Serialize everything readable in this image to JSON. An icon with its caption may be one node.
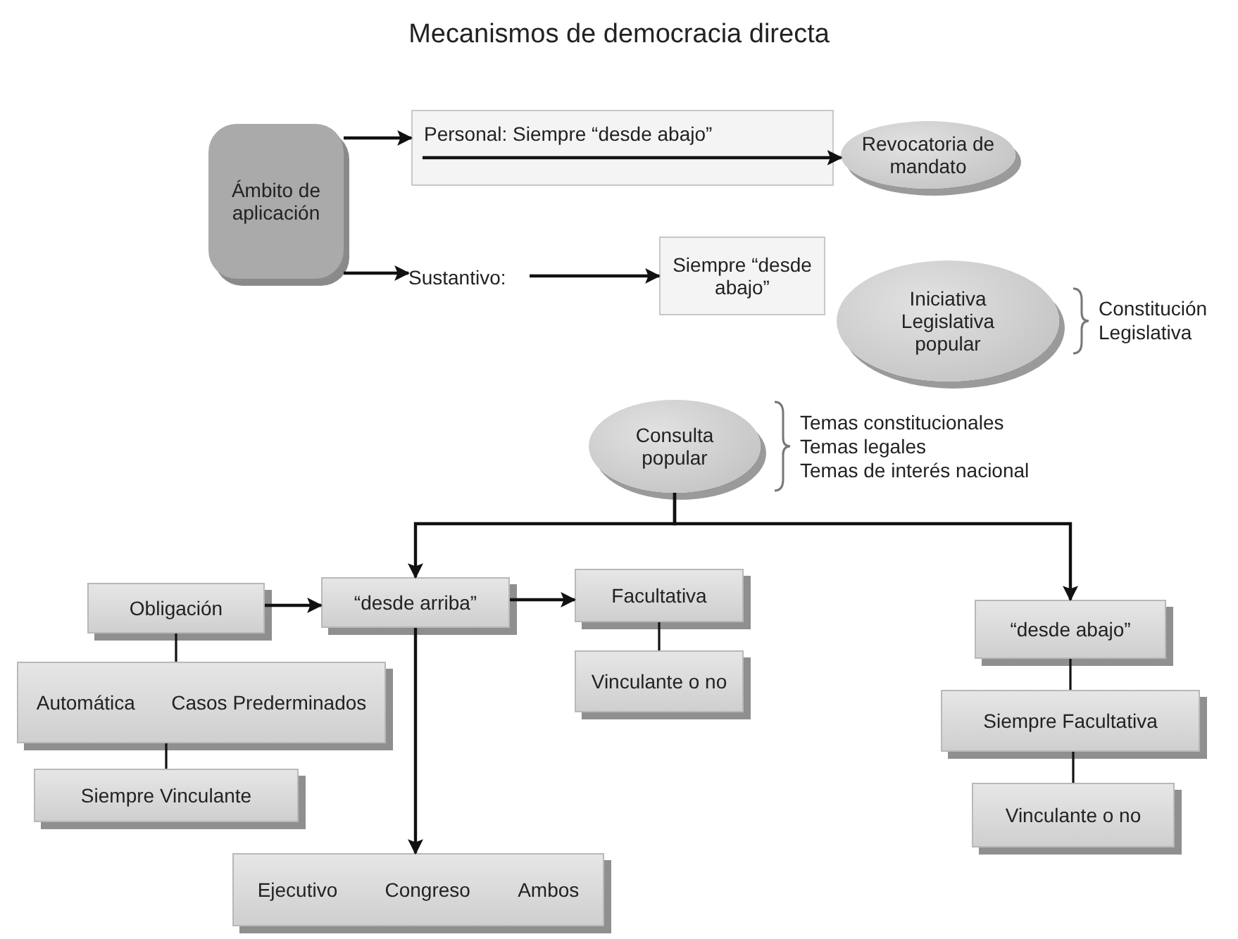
{
  "diagram": {
    "title": "Mecanismos de democracia directa",
    "nodes": [
      {
        "text": [
          "Ámbito de aplicación"
        ]
      },
      {
        "text": [
          "Personal: Siempre “desde abajo”"
        ]
      },
      {
        "text": [
          "Revocatoria de mandato"
        ]
      },
      {
        "text": [
          "Sustantivo:"
        ]
      },
      {
        "text": [
          "Siempre “desde abajo”"
        ]
      },
      {
        "text": [
          "Iniciativa Legislativa popular"
        ],
        "beside": [
          "Constitución",
          "Legislativa"
        ]
      },
      {
        "text": [
          "Consulta popular"
        ],
        "beside": [
          "Temas constitucionales",
          "Temas legales",
          "Temas de interés nacional"
        ]
      },
      {
        "text": [
          "Obligación"
        ]
      },
      {
        "text": [
          "“desde arriba”"
        ]
      },
      {
        "text": [
          "Facultativa"
        ]
      },
      {
        "text": [
          "Vinculante o no"
        ]
      },
      {
        "text": [
          "Automática",
          "Casos Prederminados"
        ]
      },
      {
        "text": [
          "Siempre Vinculante"
        ]
      },
      {
        "text": [
          "Ejecutivo",
          "Congreso",
          "Ambos"
        ]
      },
      {
        "text": [
          "“desde abajo”"
        ]
      },
      {
        "text": [
          "Siempre Facultativa"
        ]
      },
      {
        "text": [
          "Vinculante o no"
        ]
      }
    ],
    "edges": [
      {
        "from": 0,
        "to": 1,
        "arrow": "to"
      },
      {
        "from": 1,
        "to": 2,
        "arrow": "to"
      },
      {
        "from": 0,
        "to": 3,
        "arrow": "to"
      },
      {
        "from": 3,
        "to": 4,
        "arrow": "to"
      },
      {
        "from": 6,
        "to": 8,
        "arrow": "to"
      },
      {
        "from": 6,
        "to": 14,
        "arrow": "to"
      },
      {
        "from": 7,
        "to": 8,
        "arrow": "to"
      },
      {
        "from": 8,
        "to": 9,
        "arrow": "to"
      },
      {
        "from": 8,
        "to": 13,
        "arrow": "to"
      },
      {
        "from": 7,
        "to": 11,
        "arrow": "none"
      },
      {
        "from": 11,
        "to": 12,
        "arrow": "none"
      },
      {
        "from": 9,
        "to": 10,
        "arrow": "none"
      },
      {
        "from": 14,
        "to": 15,
        "arrow": "none"
      },
      {
        "from": 15,
        "to": 16,
        "arrow": "none"
      }
    ]
  }
}
